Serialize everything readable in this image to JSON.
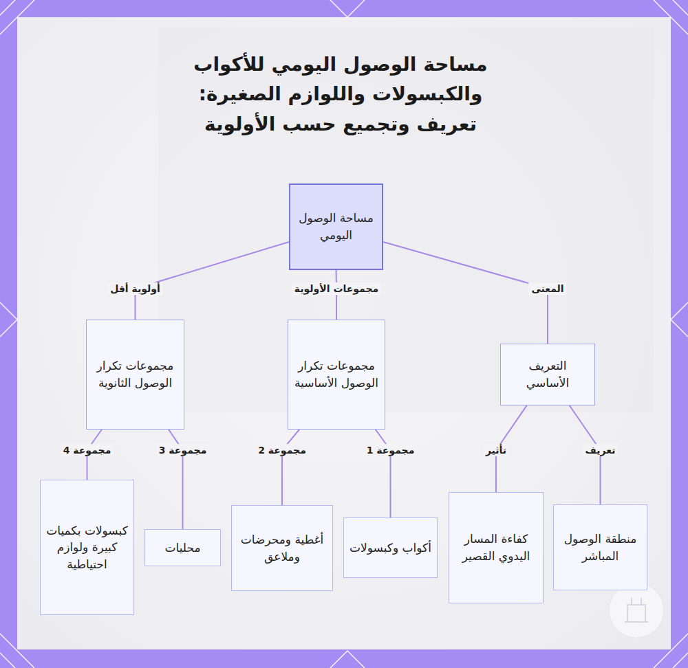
{
  "diagram": {
    "title": "مساحة الوصول اليومي للأكواب والكبسولات واللوازم الصغيرة: تعريف وتجميع حسب الأولوية",
    "nodes": [
      {
        "text": [
          "مساحة الوصول اليومي"
        ]
      },
      {
        "text": [
          "التعريف الأساسي"
        ]
      },
      {
        "text": [
          "مجموعات تكرار الوصول الأساسية"
        ]
      },
      {
        "text": [
          "مجموعات تكرار الوصول الثانوية"
        ]
      },
      {
        "text": [
          "منطقة الوصول المباشر"
        ]
      },
      {
        "text": [
          "كفاءة المسار اليدوي القصير"
        ]
      },
      {
        "text": [
          "أكواب وكبسولات"
        ]
      },
      {
        "text": [
          "أغطية ومحرضات وملاعق"
        ]
      },
      {
        "text": [
          "محليات"
        ]
      },
      {
        "text": [
          "كبسولات بكميات كبيرة ولوازم احتياطية"
        ]
      }
    ],
    "edges": [
      {
        "from": 0,
        "to": 1,
        "label": "المعنى",
        "arrow": "none"
      },
      {
        "from": 0,
        "to": 2,
        "label": "مجموعات الأولوية",
        "arrow": "none"
      },
      {
        "from": 0,
        "to": 3,
        "label": "أولوية أقل",
        "arrow": "none"
      },
      {
        "from": 1,
        "to": 4,
        "label": "تعريف",
        "arrow": "none"
      },
      {
        "from": 1,
        "to": 5,
        "label": "تأثير",
        "arrow": "none"
      },
      {
        "from": 2,
        "to": 6,
        "label": "مجموعة 1",
        "arrow": "none"
      },
      {
        "from": 2,
        "to": 7,
        "label": "مجموعة 2",
        "arrow": "none"
      },
      {
        "from": 3,
        "to": 8,
        "label": "مجموعة 3",
        "arrow": "none"
      },
      {
        "from": 3,
        "to": 9,
        "label": "مجموعة 4",
        "arrow": "none"
      }
    ]
  }
}
